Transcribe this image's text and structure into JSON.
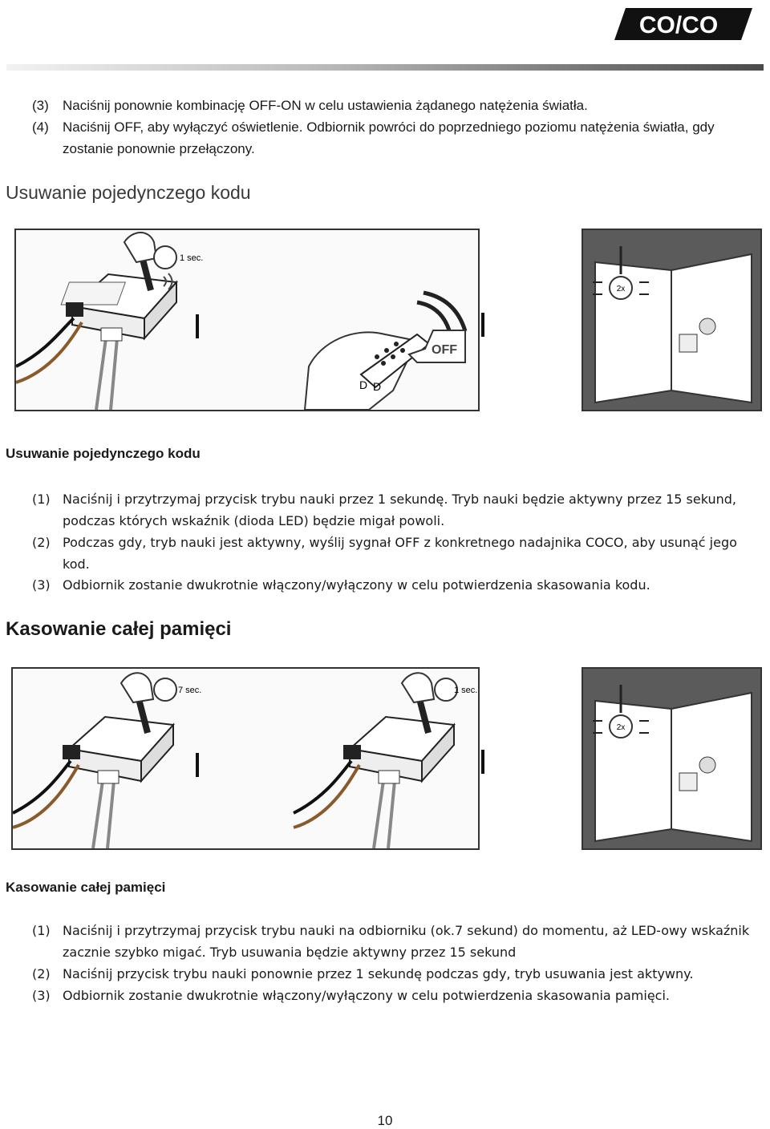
{
  "brand": {
    "logo_text": "CO/CO"
  },
  "intro_items": [
    {
      "num": "(3)",
      "text": "Naciśnij ponownie kombinację OFF-ON w celu ustawienia żądanego natężenia światła."
    },
    {
      "num": "(4)",
      "text": "Naciśnij OFF, aby wyłączyć oświetlenie. Odbiornik powróci do poprzedniego poziomu natężenia światła, gdy zostanie ponownie przełączony."
    }
  ],
  "section1": {
    "heading": "Usuwanie pojedynczego kodu",
    "figure": {
      "timer_label": "1 sec.",
      "off_label": "OFF",
      "blink_label": "2x",
      "remote_labels": [
        "D",
        "D"
      ]
    },
    "subheading": "Usuwanie pojedynczego kodu",
    "items": [
      {
        "num": "(1)",
        "text": "Naciśnij i przytrzymaj przycisk trybu nauki przez 1 sekundę. Tryb nauki będzie aktywny przez 15 sekund, podczas których wskaźnik (dioda LED) będzie migał powoli."
      },
      {
        "num": "(2)",
        "text": "Podczas gdy, tryb nauki jest aktywny, wyślij sygnał OFF z konkretnego nadajnika COCO, aby usunąć jego kod."
      },
      {
        "num": "(3)",
        "text": "Odbiornik zostanie dwukrotnie włączony/wyłączony w celu potwierdzenia skasowania kodu."
      }
    ]
  },
  "section2": {
    "heading": "Kasowanie całej pamięci",
    "figure": {
      "timer1_label": "7 sec.",
      "timer2_label": "1 sec.",
      "blink_label": "2x"
    },
    "subheading": "Kasowanie całej pamięci",
    "items": [
      {
        "num": "(1)",
        "text": "Naciśnij i przytrzymaj przycisk trybu nauki na odbiorniku (ok.7 sekund) do momentu, aż LED-owy wskaźnik zacznie szybko migać. Tryb usuwania będzie aktywny przez 15 sekund"
      },
      {
        "num": "(2)",
        "text": "Naciśnij przycisk trybu nauki ponownie przez 1 sekundę podczas gdy, tryb usuwania jest aktywny."
      },
      {
        "num": "(3)",
        "text": "Odbiornik zostanie dwukrotnie włączony/wyłączony w celu potwierdzenia skasowania pamięci."
      }
    ]
  },
  "footer": {
    "page_number": "10"
  }
}
